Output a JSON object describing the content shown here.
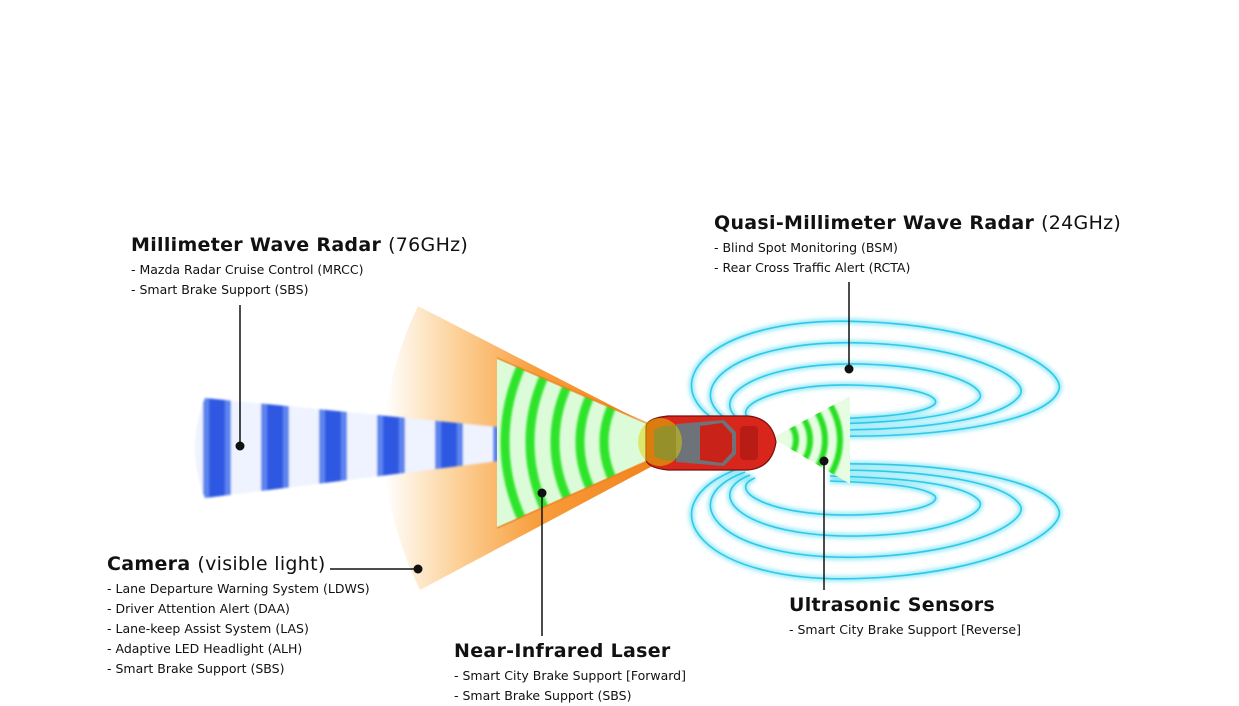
{
  "sensors": {
    "millimeter_wave_radar": {
      "title": "Millimeter Wave Radar",
      "title_sub": "(76GHz)",
      "items": [
        "- Mazda Radar Cruise Control (MRCC)",
        "- Smart Brake Support (SBS)"
      ],
      "color": "#3f6fe8"
    },
    "quasi_millimeter_wave_radar": {
      "title": "Quasi-Millimeter Wave Radar",
      "title_sub": "(24GHz)",
      "items": [
        "- Blind Spot Monitoring (BSM)",
        "- Rear Cross Traffic Alert (RCTA)"
      ],
      "color": "#4fd6ee"
    },
    "camera": {
      "title": "Camera",
      "title_sub": "(visible light)",
      "items": [
        "- Lane Departure Warning System (LDWS)",
        "- Driver Attention Alert (DAA)",
        "- Lane-keep Assist System (LAS)",
        "- Adaptive LED Headlight (ALH)",
        "- Smart Brake Support (SBS)"
      ],
      "color": "#f79a3a"
    },
    "near_infrared_laser": {
      "title": "Near-Infrared Laser",
      "items": [
        "- Smart City Brake Support [Forward]",
        "- Smart Brake Support (SBS)"
      ],
      "color": "#38e83a"
    },
    "ultrasonic_sensors": {
      "title": "Ultrasonic Sensors",
      "items": [
        "- Smart City Brake Support [Reverse]"
      ],
      "color": "#32e02e"
    }
  },
  "car": {
    "body_color": "#d8261c"
  }
}
